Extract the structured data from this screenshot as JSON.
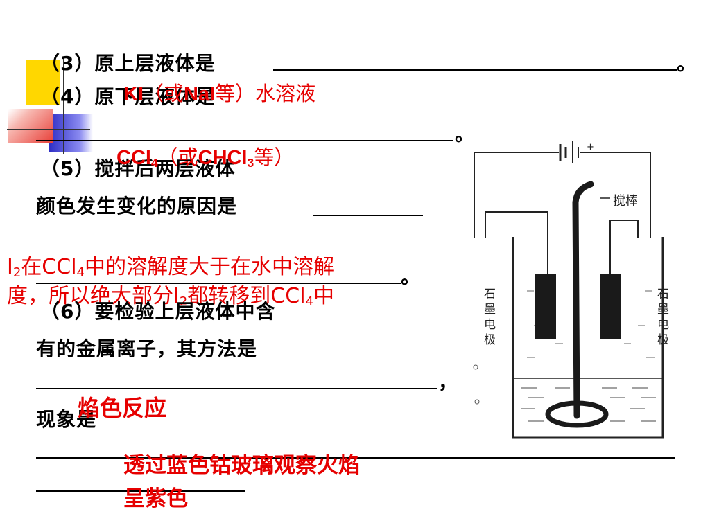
{
  "q3": {
    "text": "（3）原上层液体是",
    "end": "。"
  },
  "q4": {
    "text": "（4）原下层液体是",
    "end": "。"
  },
  "q5": {
    "line1": "（5）搅拌后两层液体",
    "line2": "颜色发生变化的原因是",
    "end": "。"
  },
  "q6": {
    "line1": "（6）要检验上层液体中含",
    "line2": "有的金属离子，其方法是",
    "comma": "，",
    "line3": "现象是"
  },
  "answers": {
    "a3": {
      "KI": "KI",
      "rest1": "（或",
      "NaI": "NaI",
      "rest2": "等）水溶液"
    },
    "a4": {
      "CCl": "CCl",
      "sub4": "4",
      "rest1": "（或",
      "CHCl": "CHCl",
      "sub3": "3",
      "rest2": "等）"
    },
    "a5": {
      "l1_a": "I",
      "l1_sub": "2",
      "l1_b": "在CCl",
      "l1_sub2": "4",
      "l1_c": "中的溶解度大于在水中溶解",
      "l2_a": "度，所以绝大部分I",
      "l2_sub": "2",
      "l2_b": "都转移到CCl",
      "l2_sub2": "4",
      "l2_c": "中"
    },
    "a6_method": "焰色反应",
    "a6_phen_l1": "透过蓝色钴玻璃观察火焰",
    "a6_phen_l2": "呈紫色"
  },
  "diagram": {
    "stir_label": "搅棒",
    "left_electrode_label": [
      "石",
      "墨",
      "电",
      "极"
    ],
    "right_electrode_label": [
      "石",
      "墨",
      "电",
      "极"
    ],
    "battery_plus": "+"
  },
  "colors": {
    "answer": "#e60000",
    "deco_yellow": "#ffd700",
    "deco_blue": "#3b3bd6",
    "deco_red": "#e8413a"
  }
}
